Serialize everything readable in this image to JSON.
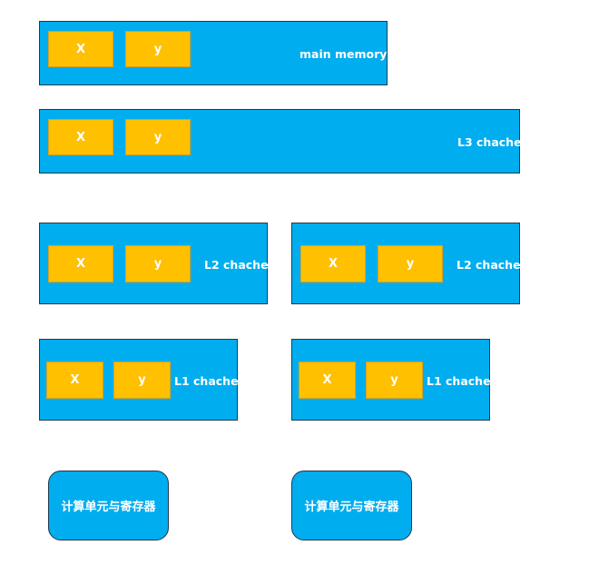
{
  "main_memory": {
    "label": "main memory",
    "cells": [
      "X",
      "y"
    ]
  },
  "l3": {
    "label": "L3 chache",
    "cells": [
      "X",
      "y"
    ]
  },
  "l2_left": {
    "label": "L2 chache",
    "cells": [
      "X",
      "y"
    ]
  },
  "l2_right": {
    "label": "L2 chache",
    "cells": [
      "X",
      "y"
    ]
  },
  "l1_left": {
    "label": "L1 chache",
    "cells": [
      "X",
      "y"
    ]
  },
  "l1_right": {
    "label": "L1 chache",
    "cells": [
      "X",
      "y"
    ]
  },
  "cpu_left": {
    "label": "计算单元与寄存器"
  },
  "cpu_right": {
    "label": "计算单元与寄存器"
  },
  "colors": {
    "box_fill": "#00adef",
    "cell_fill": "#ffc000",
    "text": "#ffffff",
    "border": "#1f3a4d"
  }
}
